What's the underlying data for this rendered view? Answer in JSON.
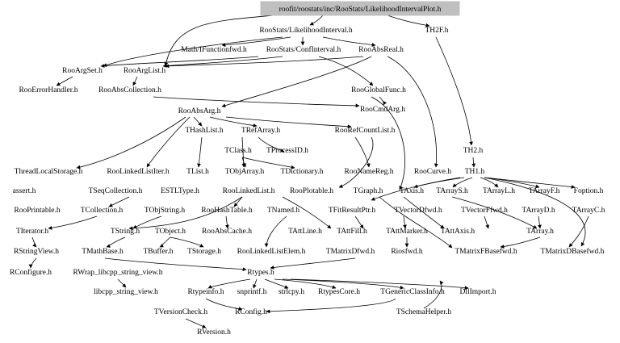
{
  "graph": {
    "root": "roofit/roostats/inc/RooStats/LikelihoodIntervalPlot.h",
    "nodes": [
      {
        "id": "root",
        "label": "roofit/roostats/inc/RooStats/LikelihoodIntervalPlot.h"
      },
      {
        "id": "lint",
        "label": "RooStats/LikelihoodInterval.h"
      },
      {
        "id": "th2f",
        "label": "TH2F.h"
      },
      {
        "id": "ifun",
        "label": "Math/IFunctionfwd.h"
      },
      {
        "id": "conf",
        "label": "RooStats/ConfInterval.h"
      },
      {
        "id": "absreal",
        "label": "RooAbsReal.h"
      },
      {
        "id": "argset",
        "label": "RooArgSet.h"
      },
      {
        "id": "arglist",
        "label": "RooArgList.h"
      },
      {
        "id": "errh",
        "label": "RooErrorHandler.h"
      },
      {
        "id": "abscoll",
        "label": "RooAbsCollection.h"
      },
      {
        "id": "globf",
        "label": "RooGlobalFunc.h"
      },
      {
        "id": "cmdarg",
        "label": "RooCmdArg.h"
      },
      {
        "id": "absarg",
        "label": "RooAbsArg.h"
      },
      {
        "id": "thashl",
        "label": "THashList.h"
      },
      {
        "id": "trefa",
        "label": "TRefArray.h"
      },
      {
        "id": "refcnt",
        "label": "RooRefCountList.h"
      },
      {
        "id": "tclass",
        "label": "TClass.h"
      },
      {
        "id": "tprocid",
        "label": "TProcessID.h"
      },
      {
        "id": "th2",
        "label": "TH2.h"
      },
      {
        "id": "tls",
        "label": "ThreadLocalStorage.h"
      },
      {
        "id": "lliter",
        "label": "RooLinkedListIter.h"
      },
      {
        "id": "tlist",
        "label": "TList.h"
      },
      {
        "id": "tobjarr",
        "label": "TObjArray.h"
      },
      {
        "id": "tdict",
        "label": "TDictionary.h"
      },
      {
        "id": "namereg",
        "label": "RooNameReg.h"
      },
      {
        "id": "curve",
        "label": "RooCurve.h"
      },
      {
        "id": "th1",
        "label": "TH1.h"
      },
      {
        "id": "assert",
        "label": "assert.h"
      },
      {
        "id": "tseqc",
        "label": "TSeqCollection.h"
      },
      {
        "id": "estl",
        "label": "ESTLType.h"
      },
      {
        "id": "lls",
        "label": "RooLinkedList.h"
      },
      {
        "id": "plotable",
        "label": "RooPlotable.h"
      },
      {
        "id": "tgraph",
        "label": "TGraph.h"
      },
      {
        "id": "taxis",
        "label": "TAxis.h"
      },
      {
        "id": "tarrs",
        "label": "TArrayS.h"
      },
      {
        "id": "tarrl",
        "label": "TArrayL.h"
      },
      {
        "id": "tarrf",
        "label": "TArrayF.h"
      },
      {
        "id": "foption",
        "label": "Foption.h"
      },
      {
        "id": "printable",
        "label": "RooPrintable.h"
      },
      {
        "id": "tcoll",
        "label": "TCollection.h"
      },
      {
        "id": "tobjstr",
        "label": "TObjString.h"
      },
      {
        "id": "hasht",
        "label": "RooHashTable.h"
      },
      {
        "id": "tnamed",
        "label": "TNamed.h"
      },
      {
        "id": "tfitres",
        "label": "TFitResultPtr.h"
      },
      {
        "id": "tvecd",
        "label": "TVectorDfwd.h"
      },
      {
        "id": "tvecf",
        "label": "TVectorFfwd.h"
      },
      {
        "id": "tarrd",
        "label": "TArrayD.h"
      },
      {
        "id": "tarrc",
        "label": "TArrayC.h"
      },
      {
        "id": "titer",
        "label": "TIterator.h"
      },
      {
        "id": "tstring",
        "label": "TString.h"
      },
      {
        "id": "tobject",
        "label": "TObject.h"
      },
      {
        "id": "abscache",
        "label": "RooAbsCache.h"
      },
      {
        "id": "tattline",
        "label": "TAttLine.h"
      },
      {
        "id": "tattfill",
        "label": "TAttFill.h"
      },
      {
        "id": "tattmark",
        "label": "TAttMarker.h"
      },
      {
        "id": "tattaxis",
        "label": "TAttAxis.h"
      },
      {
        "id": "tarray",
        "label": "TArray.h"
      },
      {
        "id": "rsv",
        "label": "RStringView.h"
      },
      {
        "id": "tmathb",
        "label": "TMathBase.h"
      },
      {
        "id": "tbuffer",
        "label": "TBuffer.h"
      },
      {
        "id": "tstorage",
        "label": "TStorage.h"
      },
      {
        "id": "llelem",
        "label": "RooLinkedListElem.h"
      },
      {
        "id": "tmatd",
        "label": "TMatrixDfwd.h"
      },
      {
        "id": "riosfwd",
        "label": "Riosfwd.h"
      },
      {
        "id": "tmatfb",
        "label": "TMatrixFBasefwd.h"
      },
      {
        "id": "tmatdb",
        "label": "TMatrixDBasefwd.h"
      },
      {
        "id": "rconf",
        "label": "RConfigure.h"
      },
      {
        "id": "rwrap",
        "label": "RWrap_libcpp_string_view.h"
      },
      {
        "id": "rtypes",
        "label": "Rtypes.h"
      },
      {
        "id": "libcpp",
        "label": "libcpp_string_view.h"
      },
      {
        "id": "rtinfo",
        "label": "Rtypeinfo.h"
      },
      {
        "id": "snprintf",
        "label": "snprintf.h"
      },
      {
        "id": "strlcpy",
        "label": "strlcpy.h"
      },
      {
        "id": "rtcore",
        "label": "RtypesCore.h"
      },
      {
        "id": "tgci",
        "label": "TGenericClassInfo.h"
      },
      {
        "id": "dllimp",
        "label": "DllImport.h"
      },
      {
        "id": "tvcheck",
        "label": "TVersionCheck.h"
      },
      {
        "id": "rconfig",
        "label": "RConfig.h"
      },
      {
        "id": "tschema",
        "label": "TSchemaHelper.h"
      },
      {
        "id": "rversion",
        "label": "RVersion.h"
      }
    ]
  }
}
